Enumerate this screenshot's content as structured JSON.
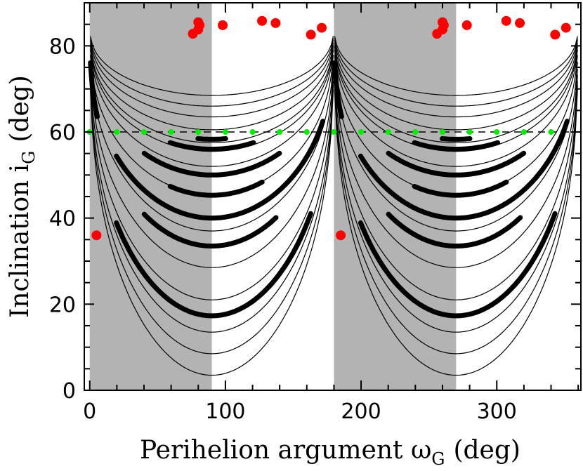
{
  "chart_data": {
    "type": "line",
    "xlabel": {
      "main": "Perihelion argument ω",
      "sub": "G",
      "unit": "(deg)"
    },
    "ylabel": {
      "main": "Inclination i",
      "sub": "G",
      "unit": "(deg)"
    },
    "xlim": [
      -4,
      362
    ],
    "ylim": [
      0,
      90
    ],
    "xticks": [
      0,
      100,
      200,
      300
    ],
    "yticks": [
      0,
      20,
      40,
      60,
      80
    ],
    "shaded_bands": [
      [
        0,
        90
      ],
      [
        180,
        270
      ]
    ],
    "reference_line": {
      "y": 60,
      "style": "dashed"
    },
    "colors": {
      "shade": "#b3b3b3",
      "highlight": "#ff0000",
      "start": "#00ee00",
      "curve": "#000000"
    },
    "thin_contours": {
      "description_free": true,
      "min_inclination": [
        3.5,
        8.5,
        13.5,
        21.0,
        28.5,
        37.0,
        45.5,
        52.0,
        55.5,
        57.5,
        60.5,
        63.5,
        66.0,
        68.5
      ],
      "max_inclination": 85.5
    },
    "thick_tracks": [
      {
        "min_inclination": 17.3,
        "start": [
          20,
          60
        ],
        "end": [
          163,
          82.6
        ]
      },
      {
        "min_inclination": 33.5,
        "start": [
          40,
          60
        ],
        "end": [
          137,
          85.3
        ]
      },
      {
        "min_inclination": 45.3,
        "start": [
          60,
          60
        ],
        "end": [
          127,
          85.8
        ]
      },
      {
        "min_inclination": 53.0,
        "start": [
          80,
          60
        ],
        "end": [
          76,
          82.8
        ]
      },
      {
        "min_inclination": 58.3,
        "start": [
          100,
          60
        ],
        "end": [
          98,
          84.8
        ]
      },
      {
        "min_inclination": 56.0,
        "start": [
          120,
          60
        ],
        "end": [
          81,
          83.6
        ]
      },
      {
        "min_inclination": 50.0,
        "start": [
          140,
          60
        ],
        "end": [
          80,
          85.0
        ]
      },
      {
        "min_inclination": 40.0,
        "start": [
          160,
          60
        ],
        "end": [
          171,
          84.2
        ]
      },
      {
        "min_inclination": 36.0,
        "start": [
          0,
          60
        ],
        "end": [
          5,
          36.0
        ]
      }
    ],
    "start_points": [
      [
        0,
        60
      ],
      [
        20,
        60
      ],
      [
        40,
        60
      ],
      [
        60,
        60
      ],
      [
        80,
        60
      ],
      [
        100,
        60
      ],
      [
        120,
        60
      ],
      [
        140,
        60
      ],
      [
        160,
        60
      ],
      [
        180,
        60
      ],
      [
        200,
        60
      ],
      [
        220,
        60
      ],
      [
        240,
        60
      ],
      [
        260,
        60
      ],
      [
        280,
        60
      ],
      [
        300,
        60
      ],
      [
        320,
        60
      ],
      [
        340,
        60
      ]
    ],
    "end_points": [
      [
        5,
        36.0
      ],
      [
        163,
        82.6
      ],
      [
        171,
        84.2
      ],
      [
        127,
        85.8
      ],
      [
        137,
        85.3
      ],
      [
        98,
        84.8
      ],
      [
        76,
        82.8
      ],
      [
        80,
        83.8
      ],
      [
        81,
        84.8
      ],
      [
        80,
        85.5
      ],
      [
        185,
        36.0
      ],
      [
        343,
        82.6
      ],
      [
        351,
        84.2
      ],
      [
        307,
        85.8
      ],
      [
        317,
        85.3
      ],
      [
        278,
        84.8
      ],
      [
        256,
        82.8
      ],
      [
        260,
        83.8
      ],
      [
        261,
        84.8
      ],
      [
        260,
        85.5
      ]
    ]
  }
}
